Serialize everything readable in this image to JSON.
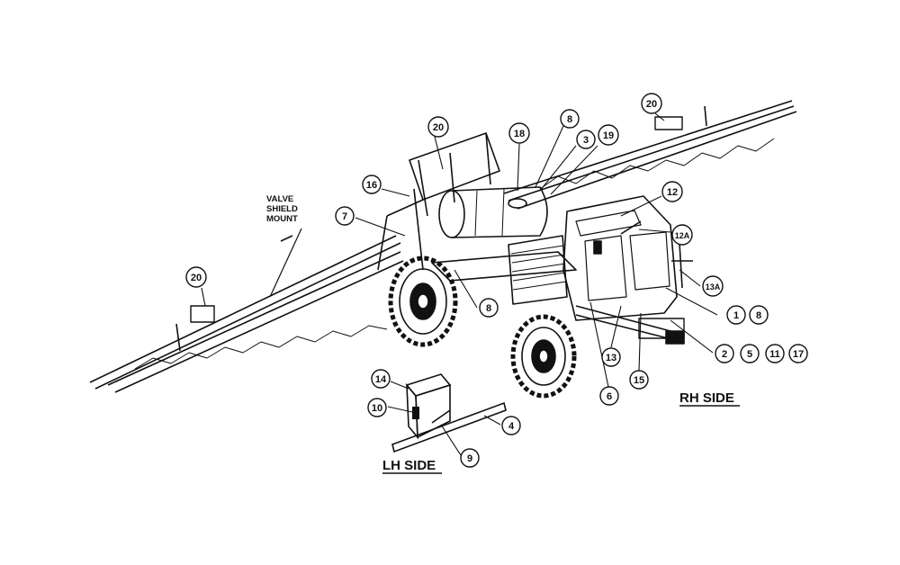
{
  "labels": {
    "valve_shield_line1": "VALVE",
    "valve_shield_line2": "SHIELD",
    "valve_shield_line3": "MOUNT",
    "rh_side": "RH SIDE",
    "lh_side": "LH SIDE"
  },
  "callouts": [
    {
      "id": "c20a",
      "text": "20"
    },
    {
      "id": "c20b",
      "text": "20"
    },
    {
      "id": "c20c",
      "text": "20"
    },
    {
      "id": "c18",
      "text": "18"
    },
    {
      "id": "c8a",
      "text": "8"
    },
    {
      "id": "c3",
      "text": "3"
    },
    {
      "id": "c19",
      "text": "19"
    },
    {
      "id": "c16",
      "text": "16"
    },
    {
      "id": "c7",
      "text": "7"
    },
    {
      "id": "c12",
      "text": "12"
    },
    {
      "id": "c12a",
      "text": "12A"
    },
    {
      "id": "c13a",
      "text": "13A"
    },
    {
      "id": "c1",
      "text": "1"
    },
    {
      "id": "c8b",
      "text": "8"
    },
    {
      "id": "c8c",
      "text": "8"
    },
    {
      "id": "c2",
      "text": "2"
    },
    {
      "id": "c5",
      "text": "5"
    },
    {
      "id": "c11",
      "text": "11"
    },
    {
      "id": "c17",
      "text": "17"
    },
    {
      "id": "c13",
      "text": "13"
    },
    {
      "id": "c15",
      "text": "15"
    },
    {
      "id": "c6",
      "text": "6"
    },
    {
      "id": "c14",
      "text": "14"
    },
    {
      "id": "c10",
      "text": "10"
    },
    {
      "id": "c4",
      "text": "4"
    },
    {
      "id": "c9",
      "text": "9"
    }
  ],
  "colors": {
    "ink": "#111111",
    "paper": "#ffffff"
  }
}
